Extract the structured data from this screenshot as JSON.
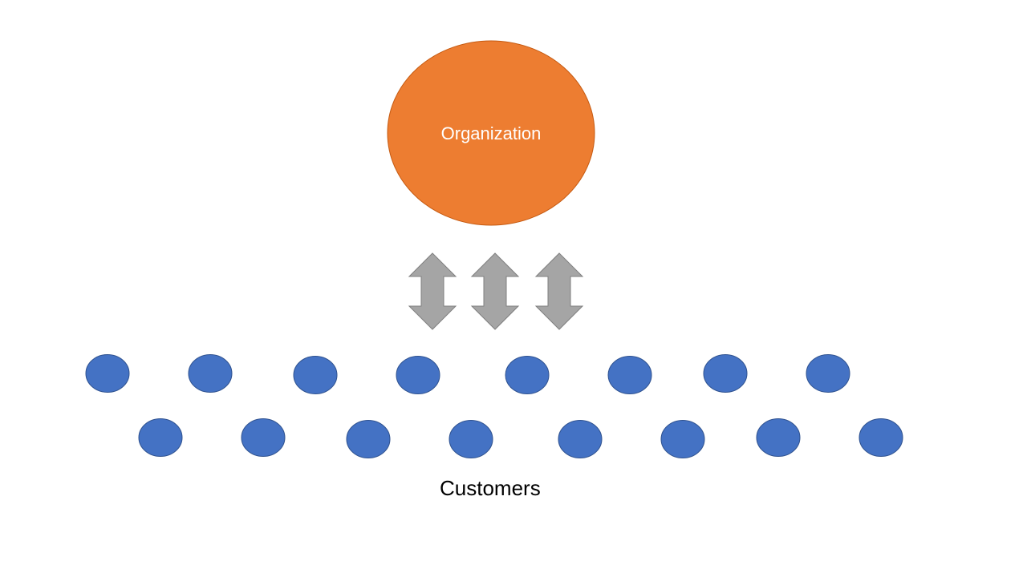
{
  "diagram": {
    "organization": {
      "label": "Organization",
      "fill": "#ED7D31",
      "stroke": "#C55A11",
      "label_color": "#FFFFFF"
    },
    "arrows": {
      "count": 3,
      "type": "up-down-arrow",
      "fill": "#A5A5A5",
      "stroke": "#7F7F7F"
    },
    "customers": {
      "label": "Customers",
      "fill": "#4472C4",
      "stroke": "#2F528F",
      "rows": [
        {
          "count": 8
        },
        {
          "count": 8
        }
      ]
    }
  }
}
